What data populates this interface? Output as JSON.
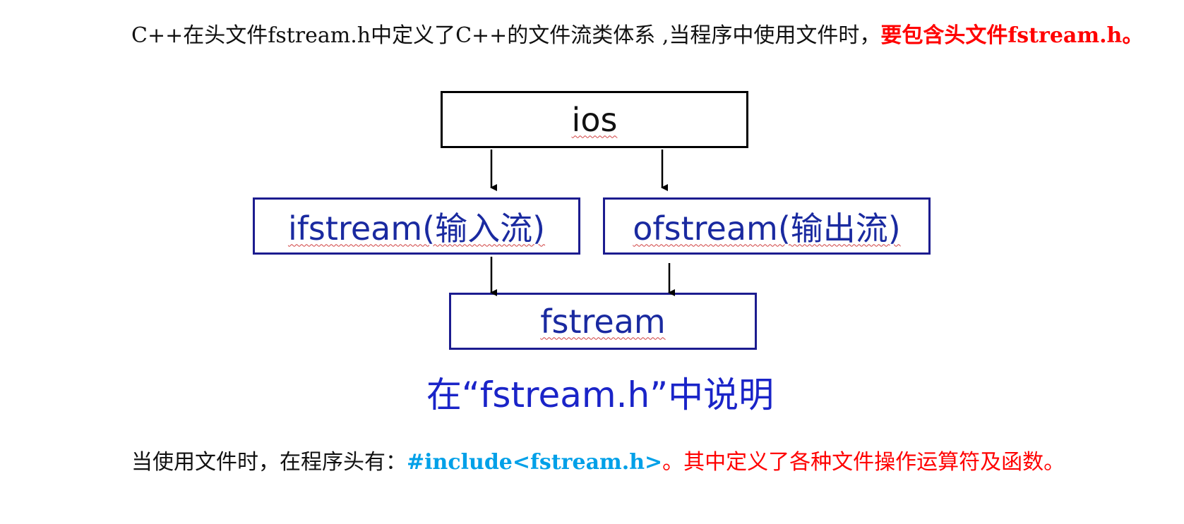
{
  "intro": {
    "text": "C++在头文件fstream.h中定义了C++的文件流类体系 ,当程序中使用文件时，",
    "highlight": "要包含头文件fstream.h",
    "end": "。"
  },
  "diagram": {
    "ios_box": "ios",
    "ifstream_box": "ifstream(输入流)",
    "ofstream_box": "ofstream(输出流)",
    "fstream_box": "fstream",
    "caption": "在“fstream.h”中说明"
  },
  "usage": {
    "text": "当使用文件时，在程序头有：",
    "code": "#include<fstream.h>",
    "sep": "。",
    "highlight": "其中定义了各种文件操作运算符及函数。"
  }
}
